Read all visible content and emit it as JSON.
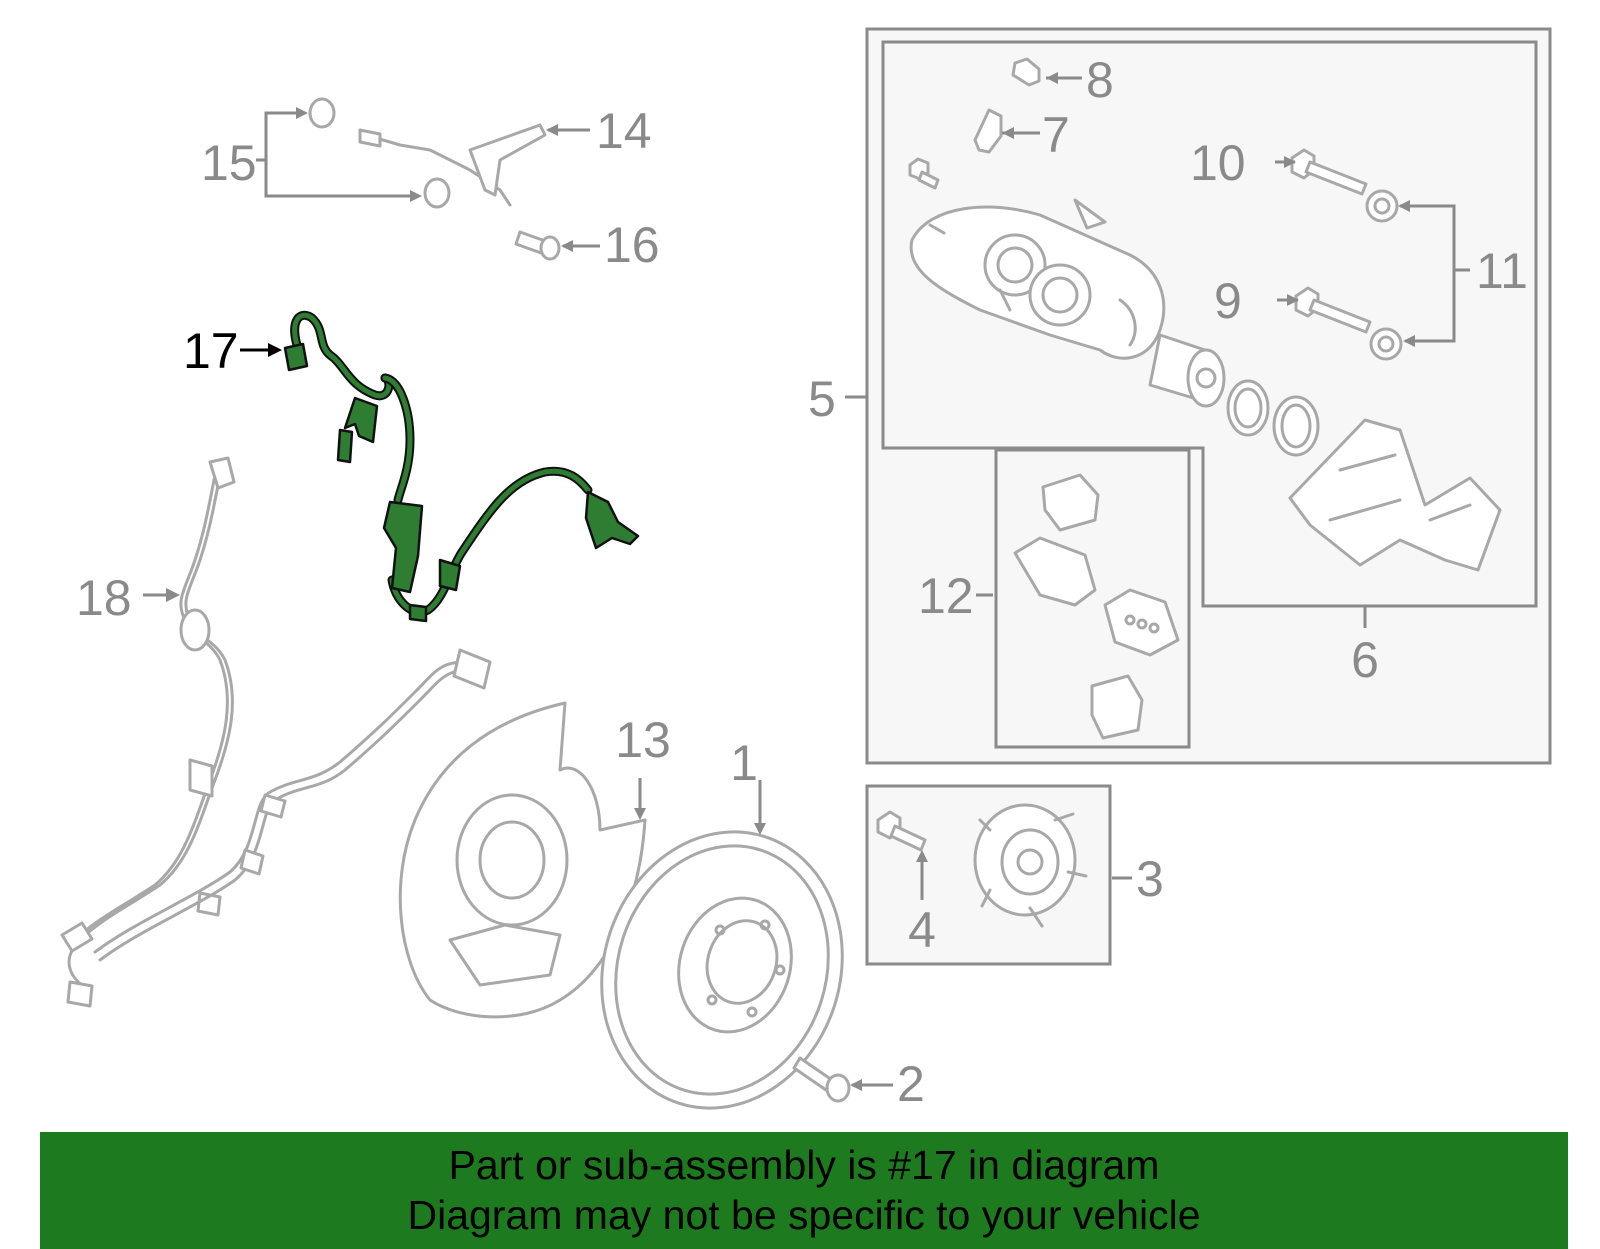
{
  "callouts": {
    "c1": "1",
    "c2": "2",
    "c3": "3",
    "c4": "4",
    "c5": "5",
    "c6": "6",
    "c7": "7",
    "c8": "8",
    "c9": "9",
    "c10": "10",
    "c11": "11",
    "c12": "12",
    "c13": "13",
    "c14": "14",
    "c15": "15",
    "c16": "16",
    "c17": "17",
    "c18": "18"
  },
  "highlighted_part": "17",
  "colors": {
    "highlight": "#2e7d32",
    "banner": "#1e7a1e",
    "parts": "#a8a8a8"
  },
  "banner": {
    "line1": "Part or sub-assembly is #17 in diagram",
    "line2": "Diagram may not be specific to your vehicle"
  }
}
